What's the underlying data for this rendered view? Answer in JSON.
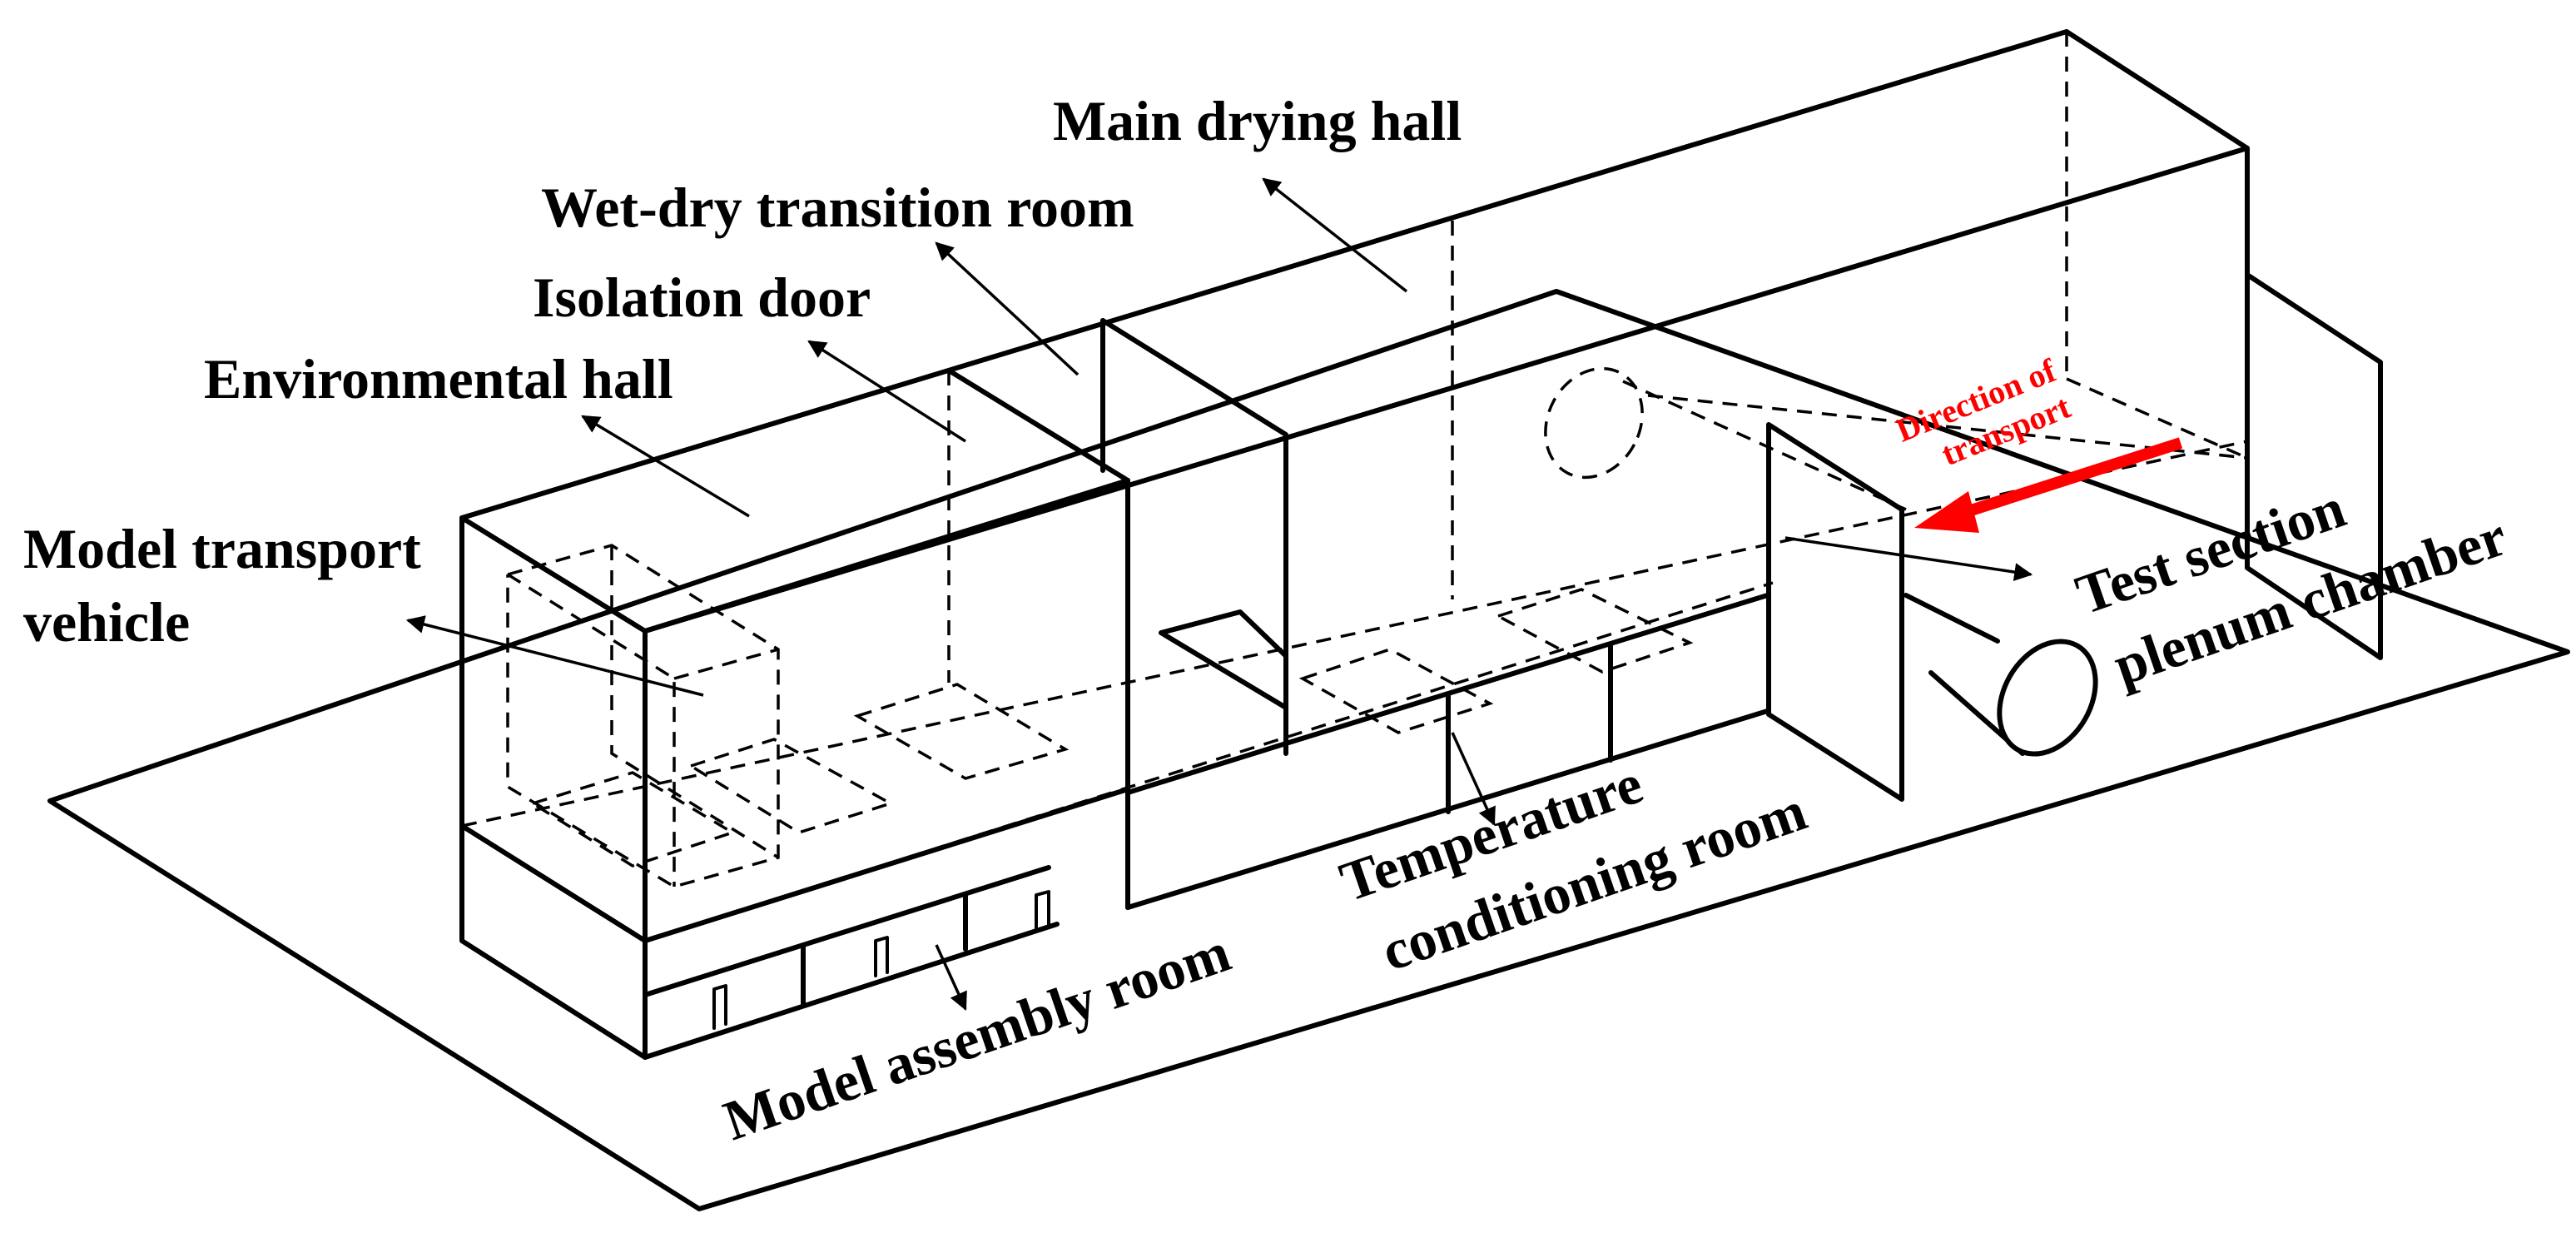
{
  "labels": {
    "main_drying_hall": "Main drying hall",
    "wet_dry_transition_room": "Wet-dry transition room",
    "isolation_door": "Isolation door",
    "environmental_hall": "Environmental hall",
    "model_transport_vehicle_line1": "Model transport",
    "model_transport_vehicle_line2": "vehicle",
    "direction_line1": "Direction of",
    "direction_line2": "transport",
    "test_section_line1": "Test section",
    "test_section_line2": "plenum chamber",
    "temperature_line1": "Temperature",
    "temperature_line2": "conditioning room",
    "model_assembly_room": "Model assembly room"
  },
  "colors": {
    "line": "#000000",
    "background": "#ffffff",
    "direction_arrow": "#ff0000"
  }
}
